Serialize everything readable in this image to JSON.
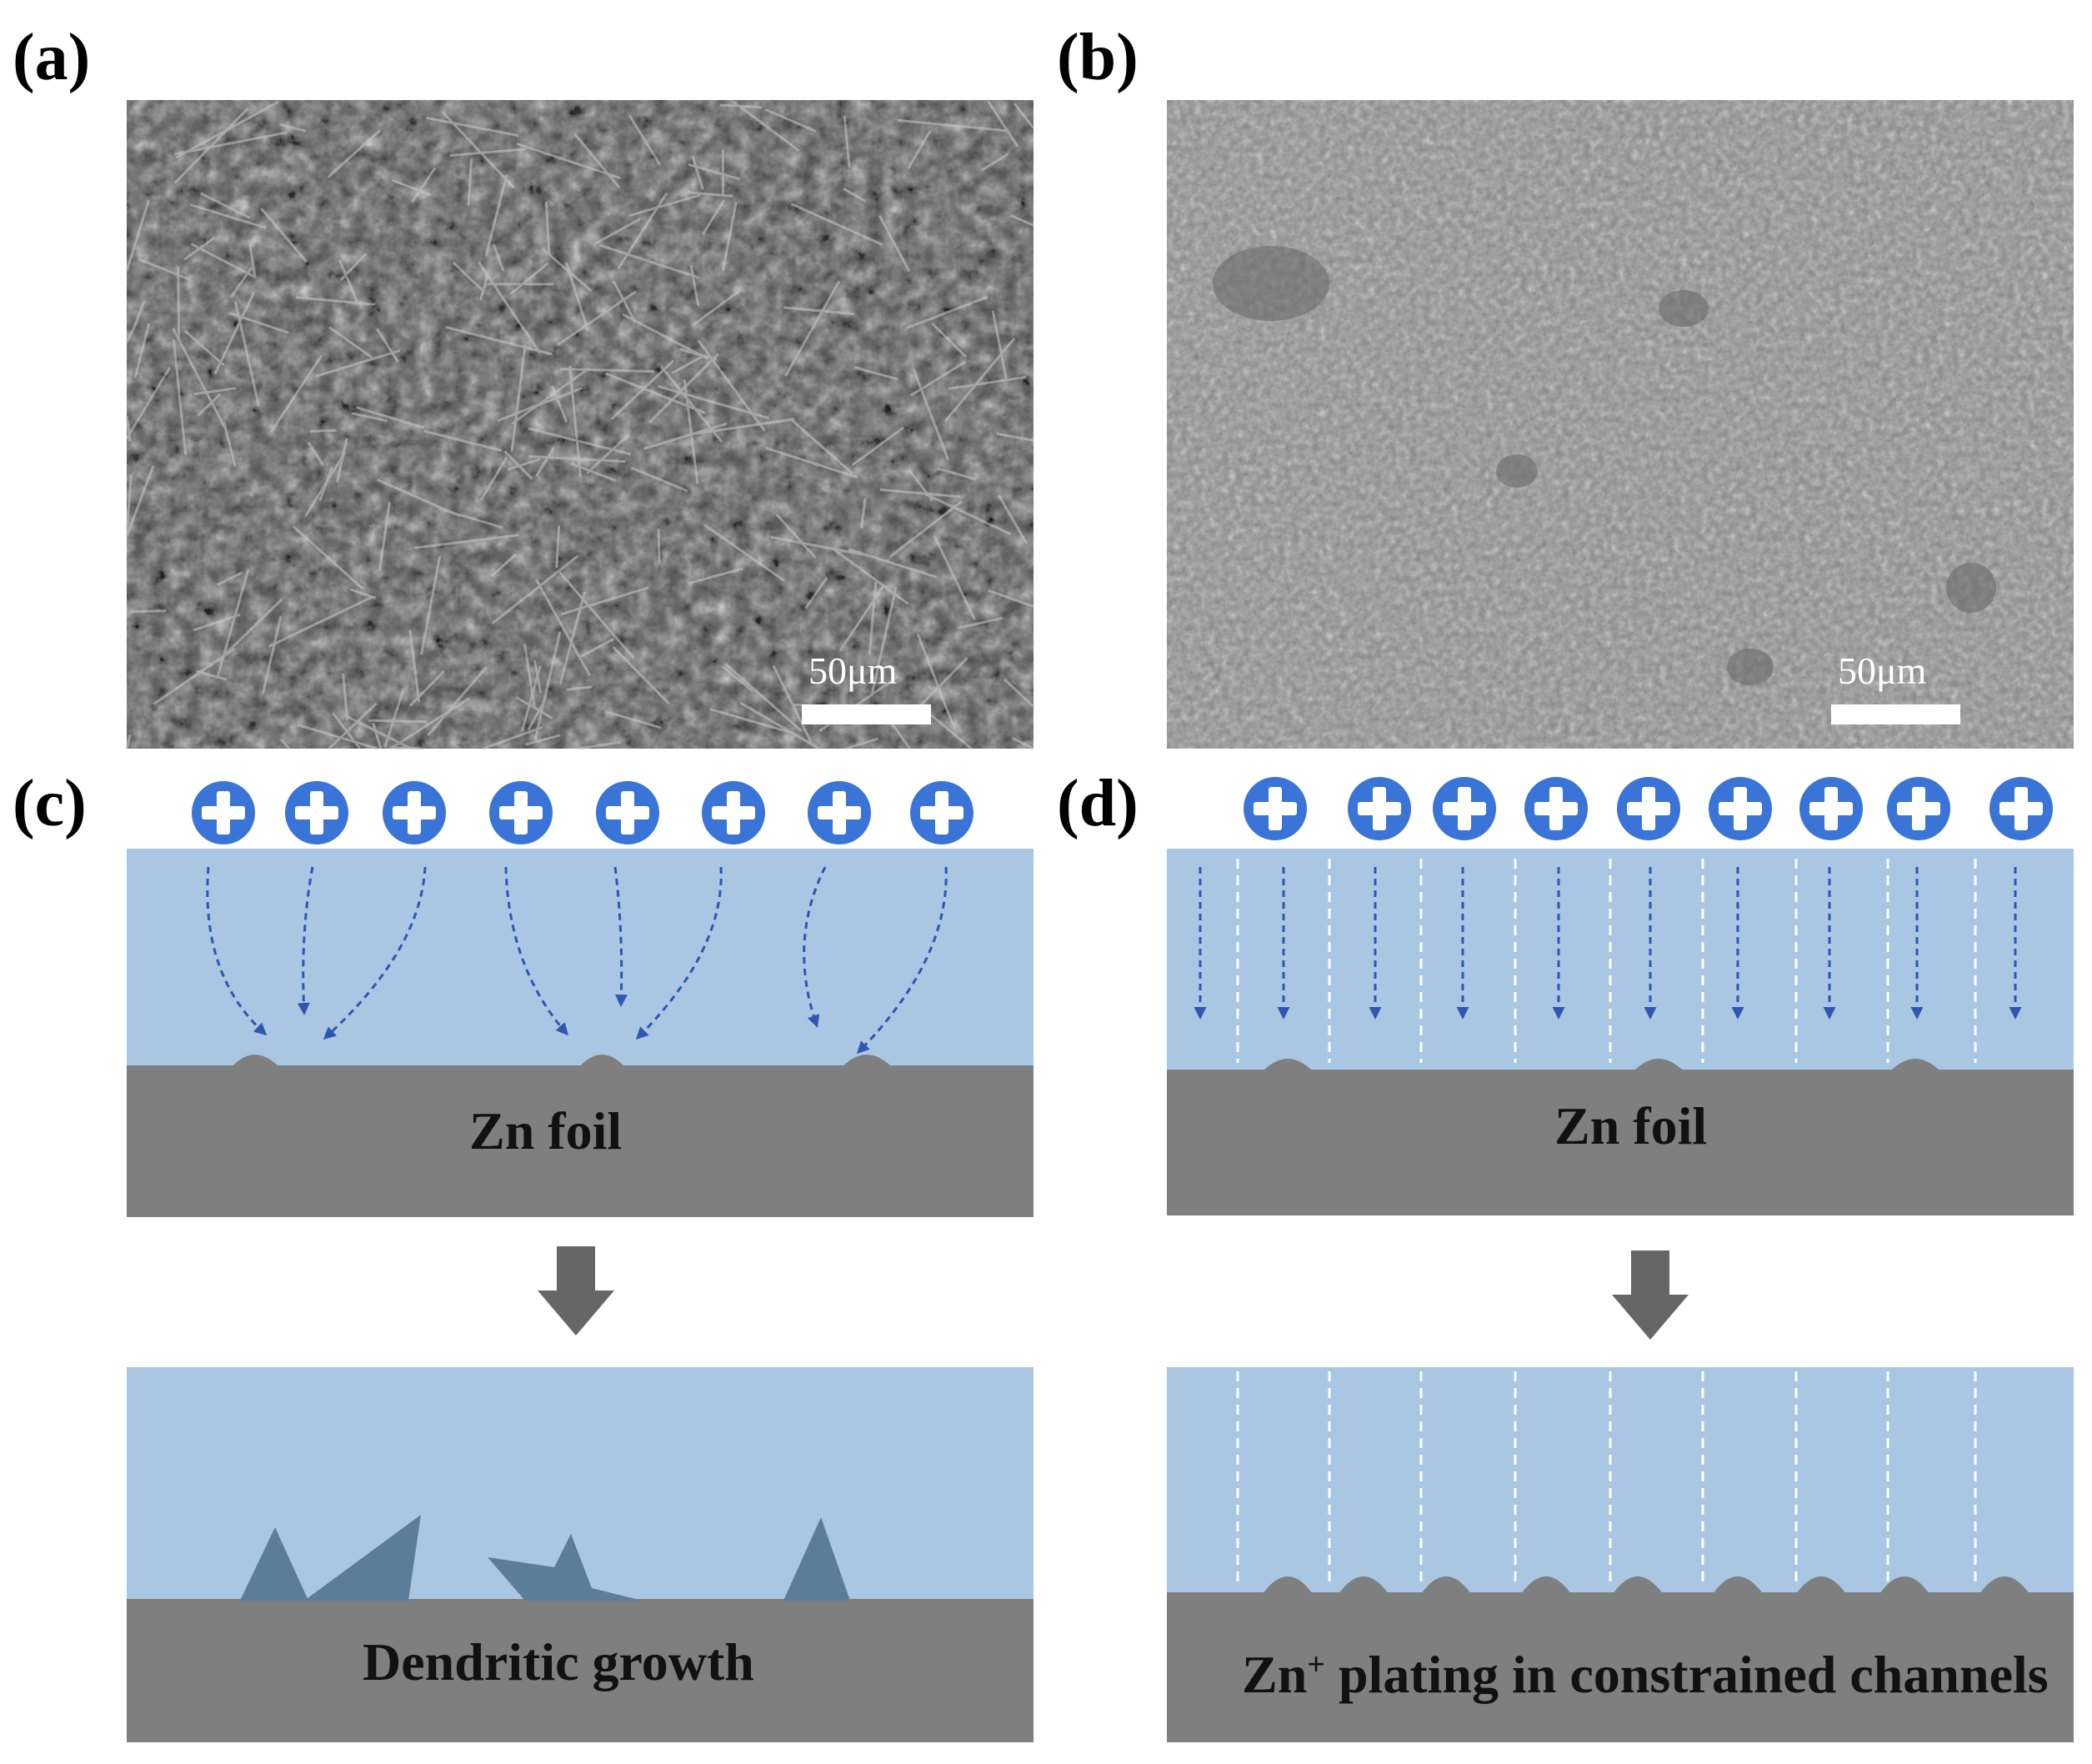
{
  "labels": {
    "a": "(a)",
    "b": "(b)",
    "c": "(c)",
    "d": "(d)"
  },
  "sem": {
    "scale_a": "50μm",
    "scale_b": "50μm"
  },
  "c_panel": {
    "top_text": "Zn foil",
    "bottom_text": "Dendritic growth",
    "ion_count": 8
  },
  "d_panel": {
    "top_text": "Zn foil",
    "bottom_text_main": "Zn",
    "bottom_text_sup": "+",
    "bottom_text_rest": " plating in constrained channels",
    "ion_count": 9
  },
  "colors": {
    "electrolyte": "#a9c7e2",
    "foil": "#7f7f7f",
    "ion": "#3a74d6",
    "arrow": "#2f56b0",
    "dendrite": "#5b7d9a",
    "down_arrow": "#666666"
  },
  "icons": {
    "ion": "plus-circle-icon",
    "transition": "down-arrow-icon"
  }
}
